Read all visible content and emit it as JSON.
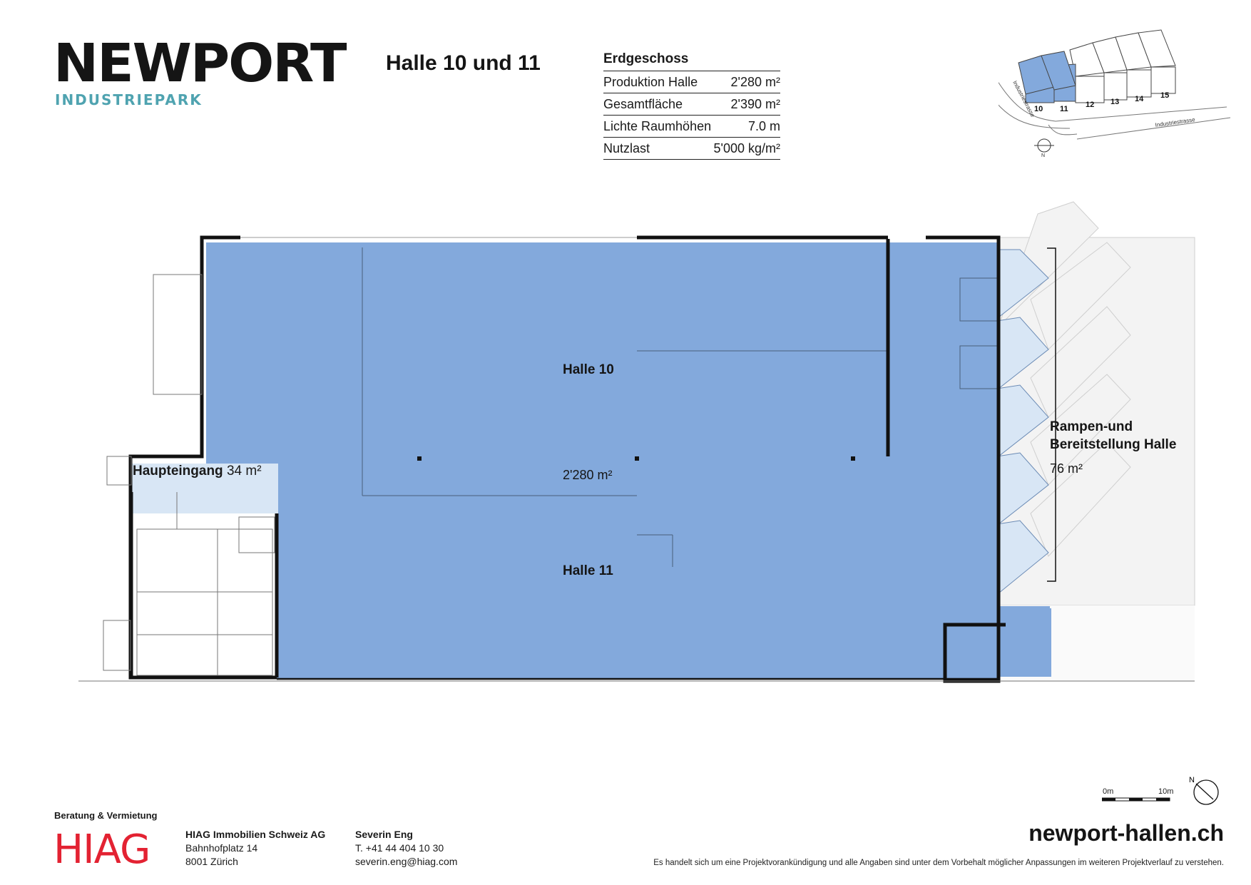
{
  "logo": {
    "main": "NEWPORT",
    "sub": "INDUSTRIEPARK"
  },
  "hall_title": "Halle 10 und 11",
  "spec_table": {
    "heading": "Erdgeschoss",
    "rows": [
      {
        "label": "Produktion Halle",
        "value": "2'280 m²"
      },
      {
        "label": "Gesamtfläche",
        "value": "2'390 m²"
      },
      {
        "label": "Lichte Raumhöhen",
        "value": "7.0 m"
      },
      {
        "label": "Nutzlast",
        "value": "5'000 kg/m²"
      }
    ]
  },
  "site_map": {
    "units": [
      "10",
      "11",
      "12",
      "13",
      "14",
      "15"
    ],
    "highlighted_units": [
      "10",
      "11"
    ],
    "streets": [
      "Industriestrasse",
      "Industriestrasse"
    ],
    "north": "N"
  },
  "plan": {
    "hall10_label": "Halle 10",
    "hall11_label": "Halle 11",
    "area_label": "2'280 m²",
    "entrance_label": "Haupteingang",
    "entrance_area": "34 m²",
    "ramp_label_1": "Rampen-und",
    "ramp_label_2": "Bereitstellung Halle",
    "ramp_area": "76 m²",
    "colors": {
      "hall_fill": "#83a9dc",
      "light_fill": "#d8e6f5",
      "wall": "#111111"
    }
  },
  "scale_bar": {
    "start": "0m",
    "end": "10m",
    "north": "N"
  },
  "footer": {
    "heading": "Beratung & Vermietung",
    "brand": "HIAG",
    "company": "HIAG Immobilien Schweiz AG",
    "street": "Bahnhofplatz 14",
    "city": "8001 Zürich",
    "contact_name": "Severin Eng",
    "phone": "T. +41 44 404 10 30",
    "email": "severin.eng@hiag.com",
    "website": "newport-hallen.ch",
    "disclaimer": "Es handelt sich um eine Projektvorankündigung und alle Angaben sind unter dem Vorbehalt möglicher Anpassungen im weiteren Projektverlauf zu verstehen."
  }
}
